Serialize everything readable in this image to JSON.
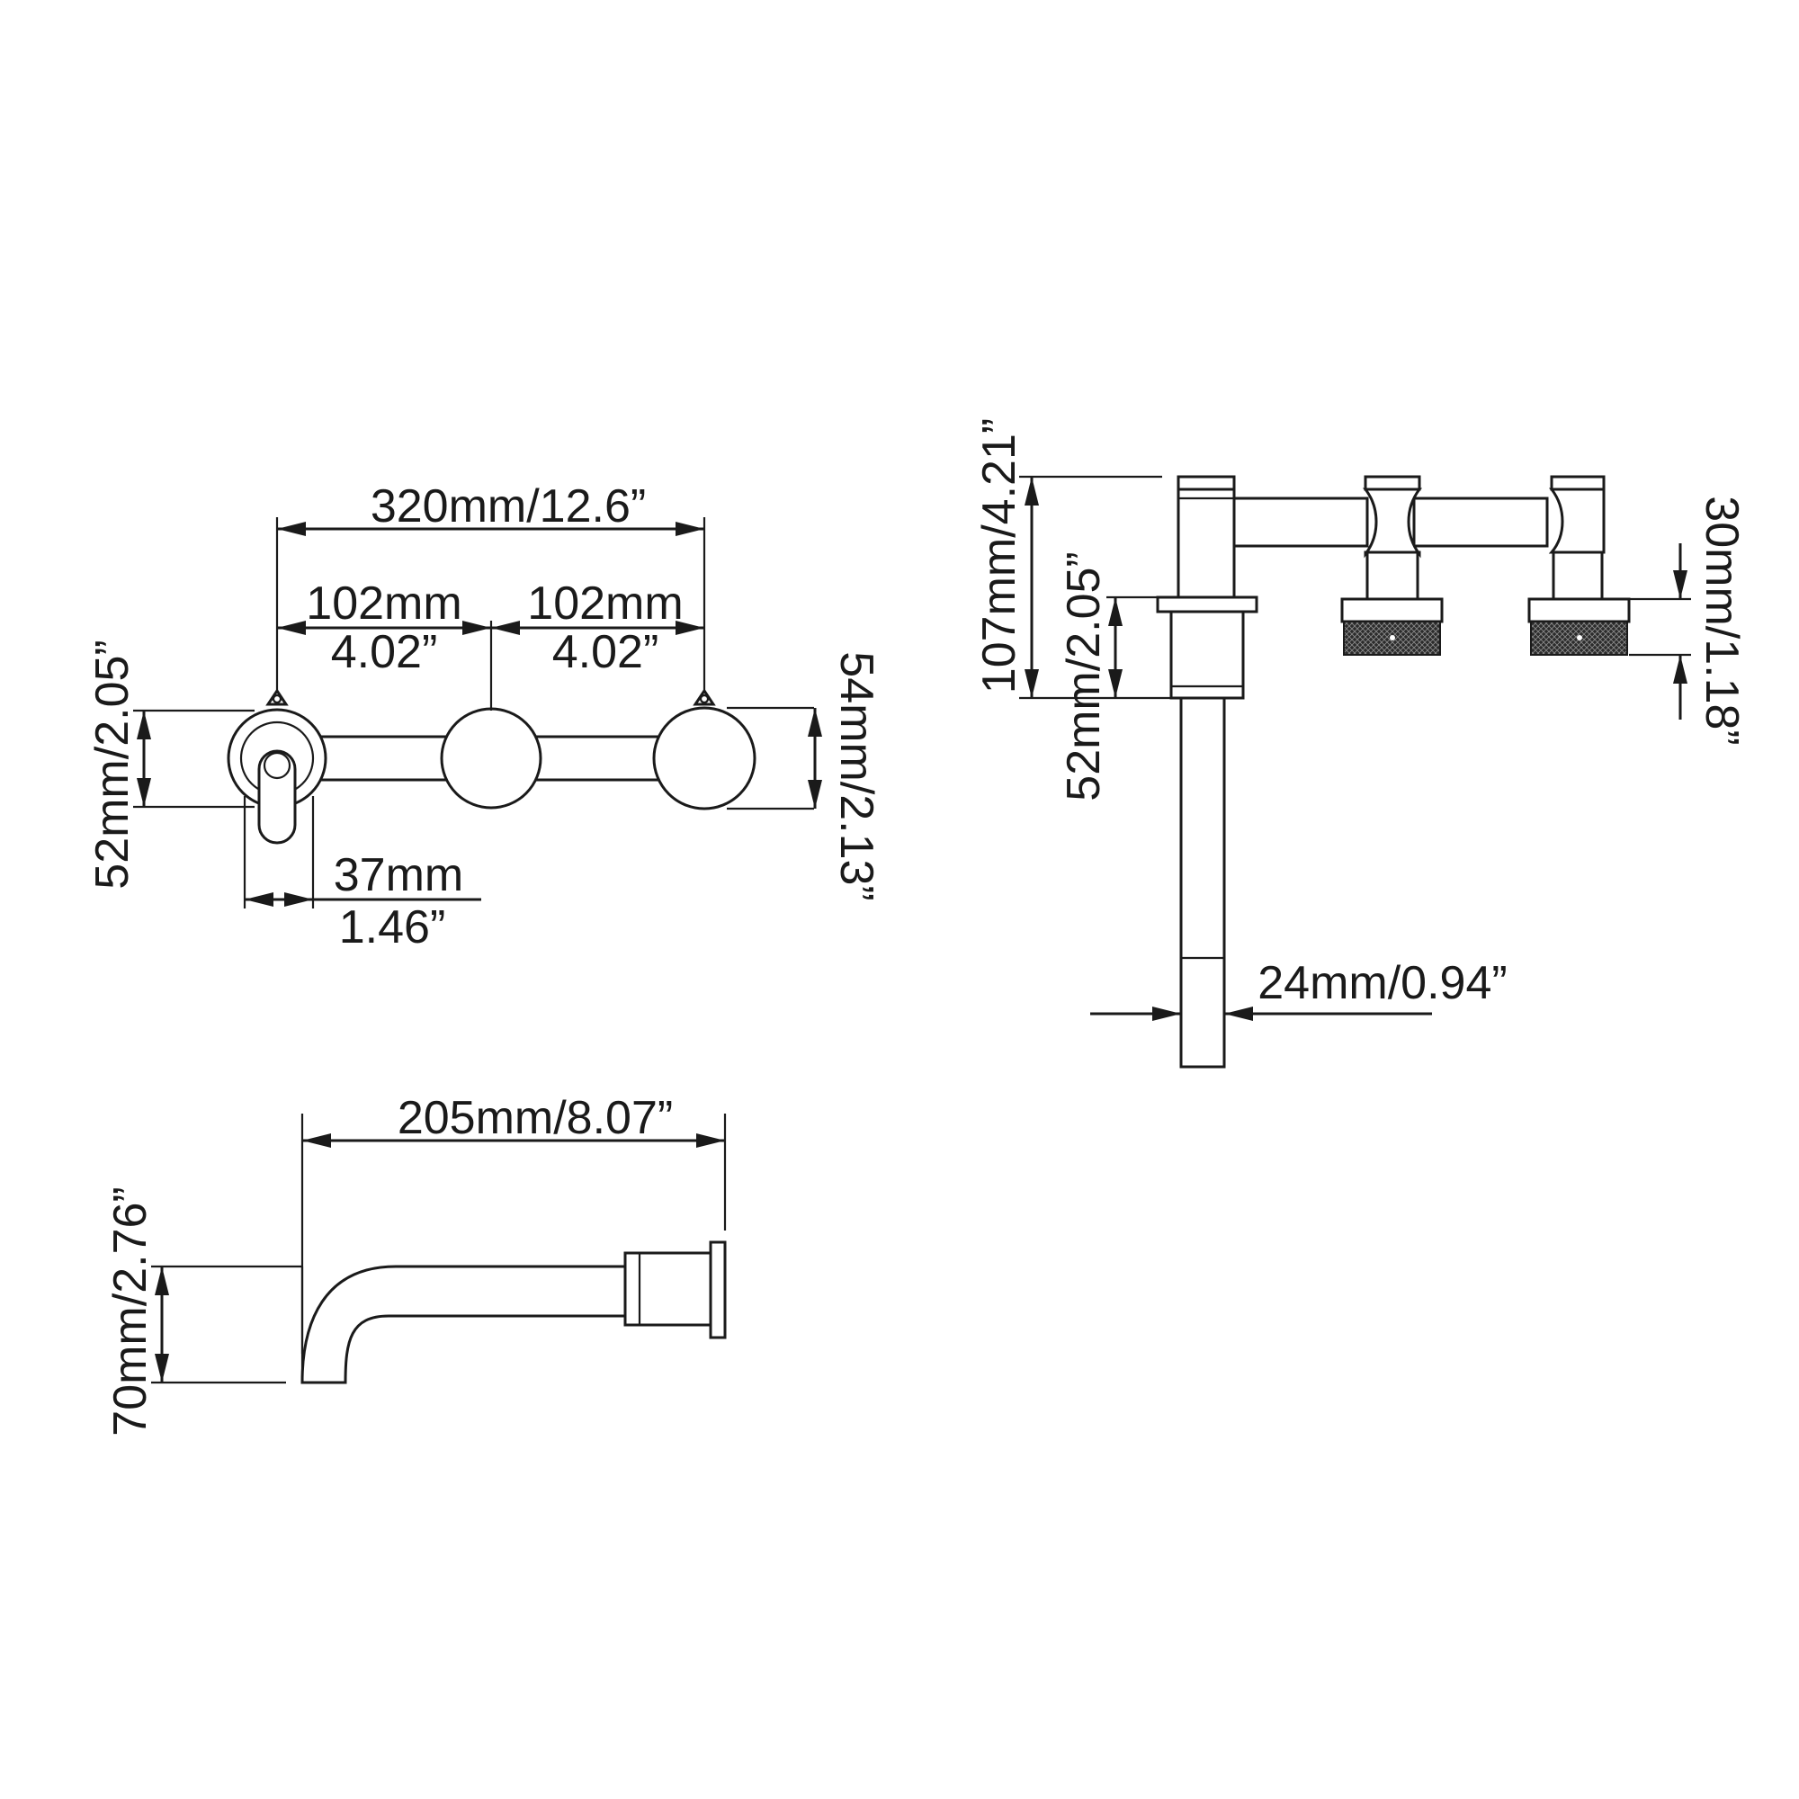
{
  "front_view": {
    "overall_width": "320mm/12.6”",
    "left_spacing_mm": "102mm",
    "left_spacing_in": "4.02”",
    "right_spacing_mm": "102mm",
    "right_spacing_in": "4.02”",
    "handle_height": "52mm/2.05”",
    "plate_diameter": "54mm/2.13”",
    "handle_width_mm": "37mm",
    "handle_width_in": "1.46”"
  },
  "side_view": {
    "total_height": "107mm/4.21”",
    "rosette_height": "52mm/2.05”",
    "knob_height": "30mm/1.18”",
    "stem_diameter": "24mm/0.94”"
  },
  "spout_view": {
    "length": "205mm/8.07”",
    "height": "70mm/2.76”"
  },
  "colors": {
    "line": "#1a1a1a",
    "background": "#ffffff",
    "knurl": "#2b2b2b"
  }
}
